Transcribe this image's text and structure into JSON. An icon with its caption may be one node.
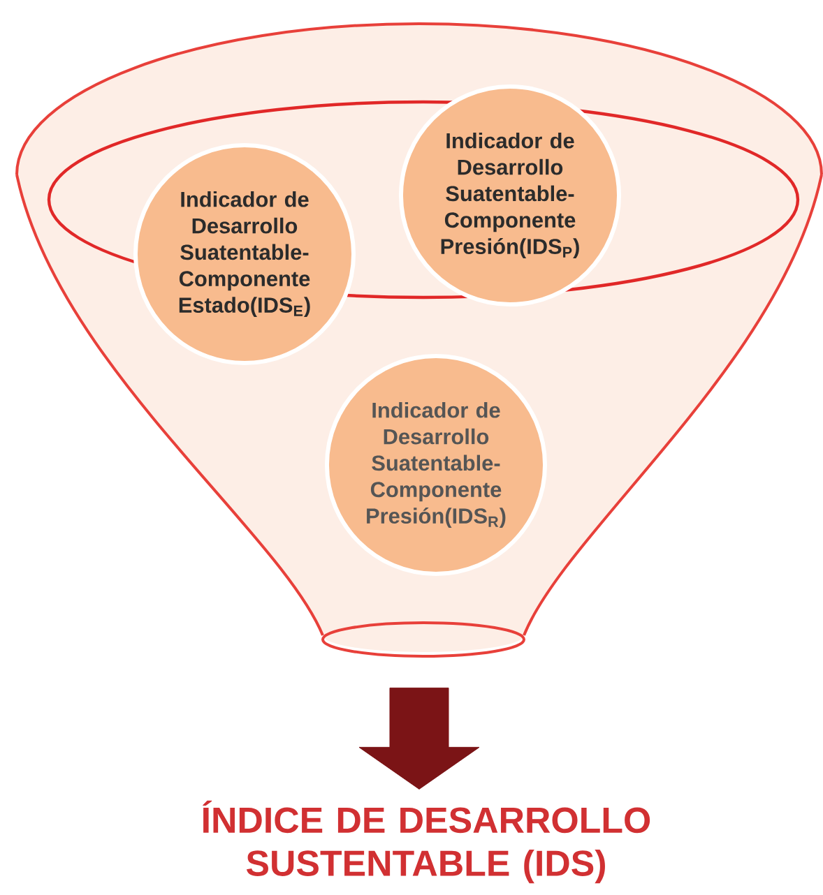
{
  "diagram": {
    "nodes": [
      {
        "text": [],
        "shape": "funnel"
      },
      {
        "text": [
          "Indicador de Desarrollo Suatentable- Componente Estado(IDS$_{E}$)"
        ],
        "in": 0
      },
      {
        "text": [
          "Indicador de Desarrollo Suatentable- Componente Presión(IDS$_{P}$)"
        ],
        "in": 0
      },
      {
        "text": [
          "Indicador de Desarrollo Suatentable- Componente Presión(IDS$_{R}$)"
        ],
        "in": 0
      },
      {
        "text": [
          "ÍNDICE DE DESARROLLO SUSTENTABLE (IDS)"
        ]
      }
    ],
    "edges": [
      {
        "from": 0,
        "to": 4,
        "arrow": "to",
        "style": "thick",
        "color": "#7b1416"
      }
    ]
  }
}
